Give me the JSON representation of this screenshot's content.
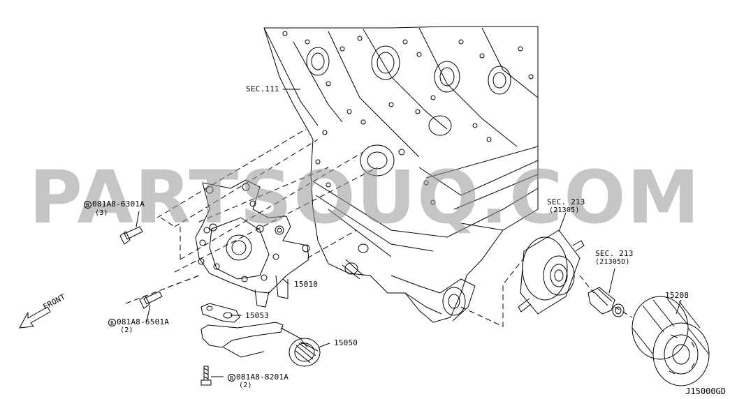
{
  "watermark": "PARTSOUQ.COM",
  "diagram_id": "J15000GD",
  "front_label": "FRONT",
  "labels": {
    "sec111": "SEC.111",
    "sec213_a": "SEC. 213",
    "sec213_a_sub": "(21305)",
    "sec213_b": "SEC. 213",
    "sec213_b_sub": "(21305D)",
    "p15010": "15010",
    "p15053": "15053",
    "p15050": "15050",
    "p15208": "15208"
  },
  "bolts": [
    {
      "badge": "B",
      "part": "081A8-6301A",
      "qty": "(3)"
    },
    {
      "badge": "B",
      "part": "081A8-6501A",
      "qty": "(2)"
    },
    {
      "badge": "B",
      "part": "081A8-8201A",
      "qty": "(2)"
    }
  ],
  "colors": {
    "line": "#000000",
    "watermark": "#969696",
    "background": "#ffffff"
  }
}
